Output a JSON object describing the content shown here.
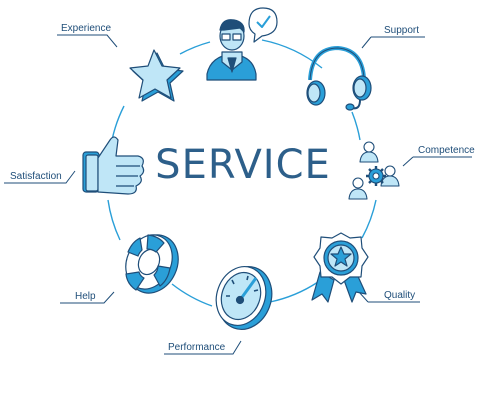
{
  "title": "SERVICE",
  "labels": {
    "experience": "Experience",
    "support": "Support",
    "satisfaction": "Satisfaction",
    "competence": "Competence",
    "help": "Help",
    "quality": "Quality",
    "performance": "Performance"
  },
  "colors": {
    "ink": "#1f4e79",
    "accent": "#2a9fd8",
    "light": "#bfe6f7",
    "title": "#2d5f8a"
  },
  "icons": [
    "customer-icon",
    "headset-icon",
    "team-gear-icon",
    "medal-icon",
    "speedometer-icon",
    "lifebuoy-icon",
    "thumbs-up-icon",
    "star-icon"
  ]
}
